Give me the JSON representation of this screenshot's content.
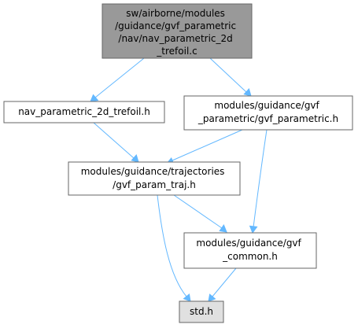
{
  "colors": {
    "root_fill": "#999999",
    "node_fill": "#ffffff",
    "leaf_fill": "#e0e0e0",
    "border": "#666666",
    "edge": "#63b8ff"
  },
  "nodes": {
    "trefoil_c": {
      "lines": [
        "sw/airborne/modules",
        "/guidance/gvf_parametric",
        "/nav/nav_parametric_2d",
        "_trefoil.c"
      ]
    },
    "trefoil_h": {
      "lines": [
        "nav_parametric_2d_trefoil.h"
      ]
    },
    "gvf_parametric_h": {
      "lines": [
        "modules/guidance/gvf",
        "_parametric/gvf_parametric.h"
      ]
    },
    "gvf_param_traj_h": {
      "lines": [
        "modules/guidance/trajectories",
        "/gvf_param_traj.h"
      ]
    },
    "gvf_common_h": {
      "lines": [
        "modules/guidance/gvf",
        "_common.h"
      ]
    },
    "std_h": {
      "lines": [
        "std.h"
      ]
    }
  },
  "edges": [
    {
      "from": "trefoil_c",
      "to": "trefoil_h"
    },
    {
      "from": "trefoil_c",
      "to": "gvf_parametric_h"
    },
    {
      "from": "trefoil_h",
      "to": "gvf_param_traj_h"
    },
    {
      "from": "gvf_parametric_h",
      "to": "gvf_param_traj_h"
    },
    {
      "from": "gvf_parametric_h",
      "to": "gvf_common_h"
    },
    {
      "from": "gvf_param_traj_h",
      "to": "gvf_common_h"
    },
    {
      "from": "gvf_param_traj_h",
      "to": "std_h"
    },
    {
      "from": "gvf_common_h",
      "to": "std_h"
    }
  ]
}
